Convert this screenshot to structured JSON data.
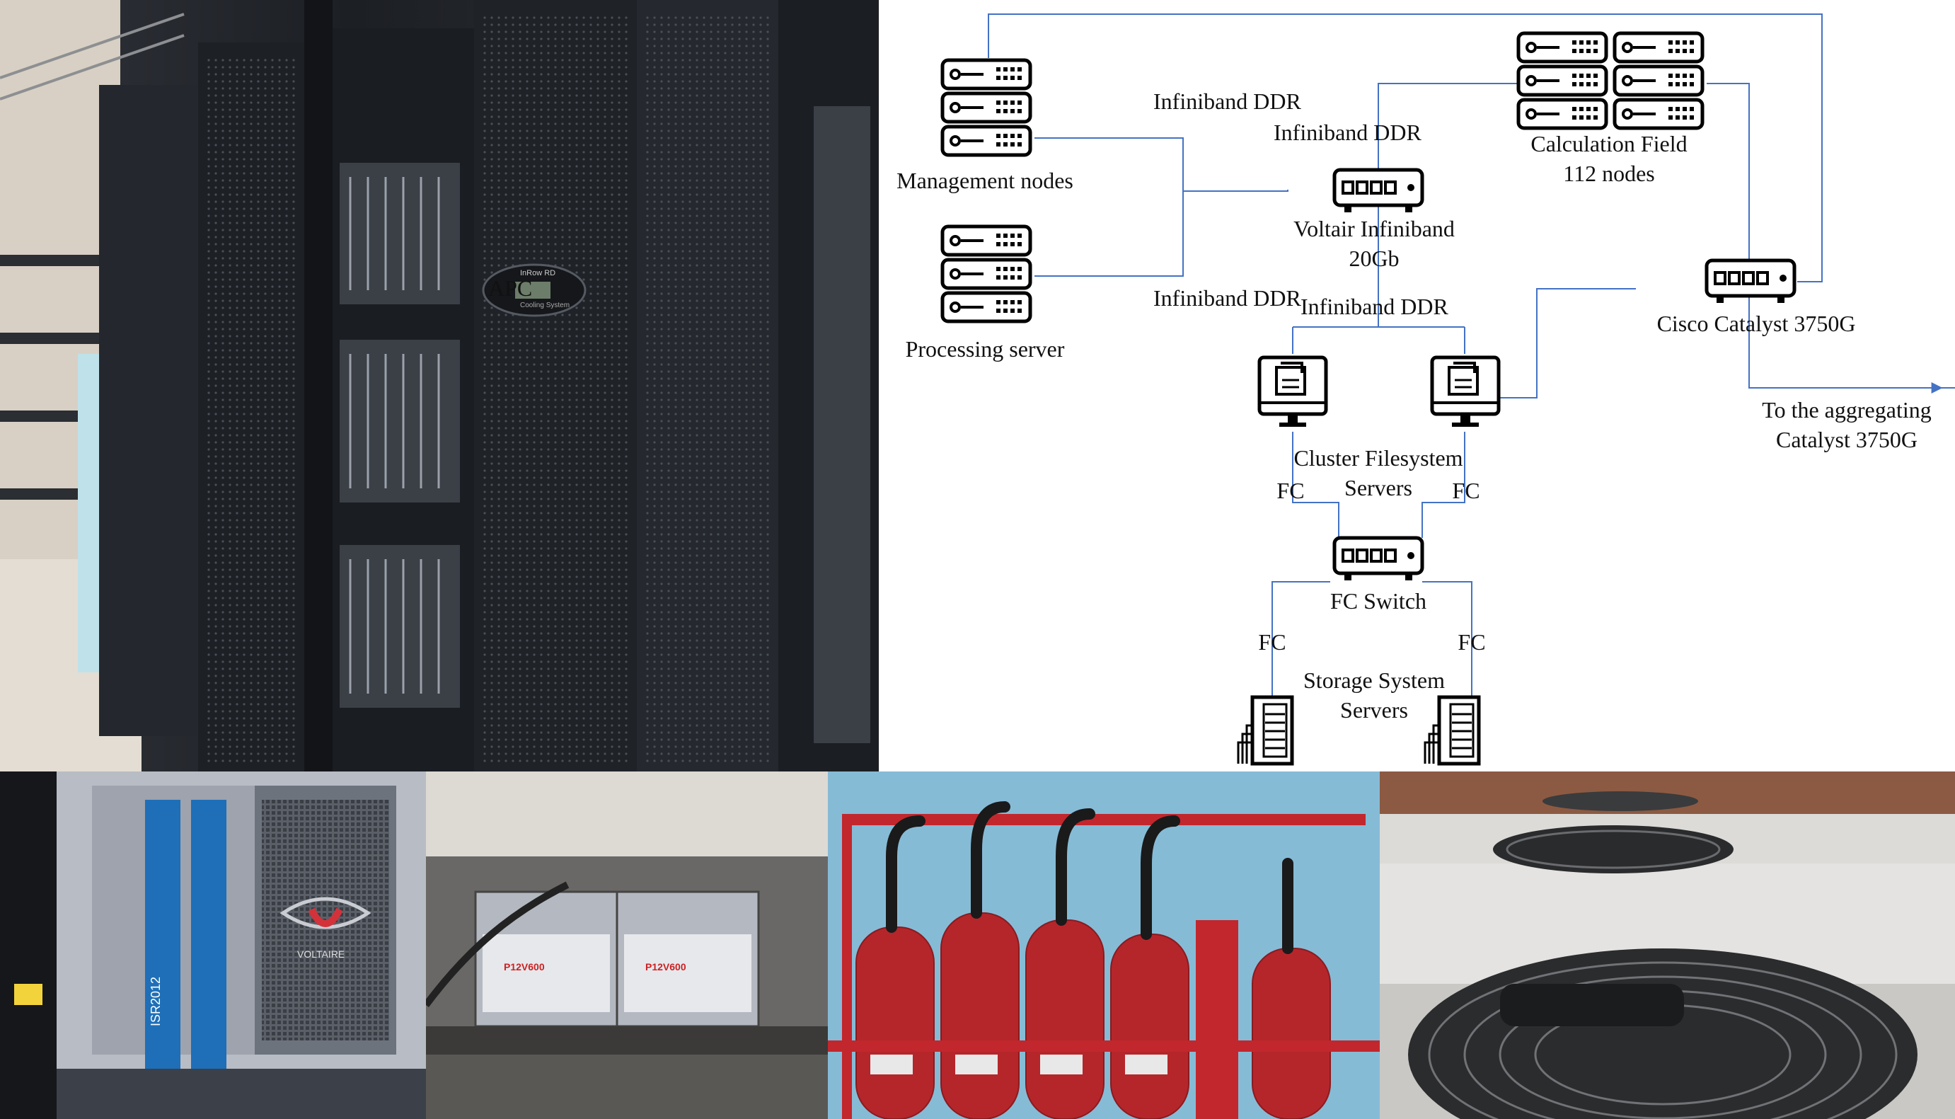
{
  "diagram": {
    "labels": {
      "management_nodes": "Management nodes",
      "processing_server": "Processing server",
      "infiniband_ddr_top": "Infiniband DDR",
      "infiniband_ddr_bottom": "Infiniband DDR",
      "infiniband_ddr_center": "Infiniband DDR",
      "infiniband_ddr_lower": "Infiniband DDR",
      "voltair_line1": "Voltair Infiniband",
      "voltair_line2": "20Gb",
      "calc_line1": "Calculation Field",
      "calc_line2": "112 nodes",
      "cisco": "Cisco Catalyst 3750G",
      "aggregating_line1": "To the aggregating",
      "aggregating_line2": "Catalyst 3750G",
      "cfs_line1": "Cluster Filesystem",
      "cfs_line2": "Servers",
      "fc_left": "FC",
      "fc_right": "FC",
      "fc_switch": "FC Switch",
      "fc_bottom_left": "FC",
      "fc_bottom_right": "FC",
      "storage_line1": "Storage System",
      "storage_line2": "Servers"
    },
    "icons": [
      "server-rack-icon",
      "network-switch-icon",
      "monitor-icon",
      "storage-tower-icon"
    ],
    "line_color": "#4472c4"
  },
  "photos": {
    "server_room": {
      "label_panel": "APC",
      "label_name": "InRow RD",
      "label_sub": "Cooling System"
    },
    "battery": {
      "model1": "P12V600",
      "model2": "P12V600"
    },
    "panel_brand": "VOLTAIRE",
    "panel_model": "ISR2012"
  }
}
